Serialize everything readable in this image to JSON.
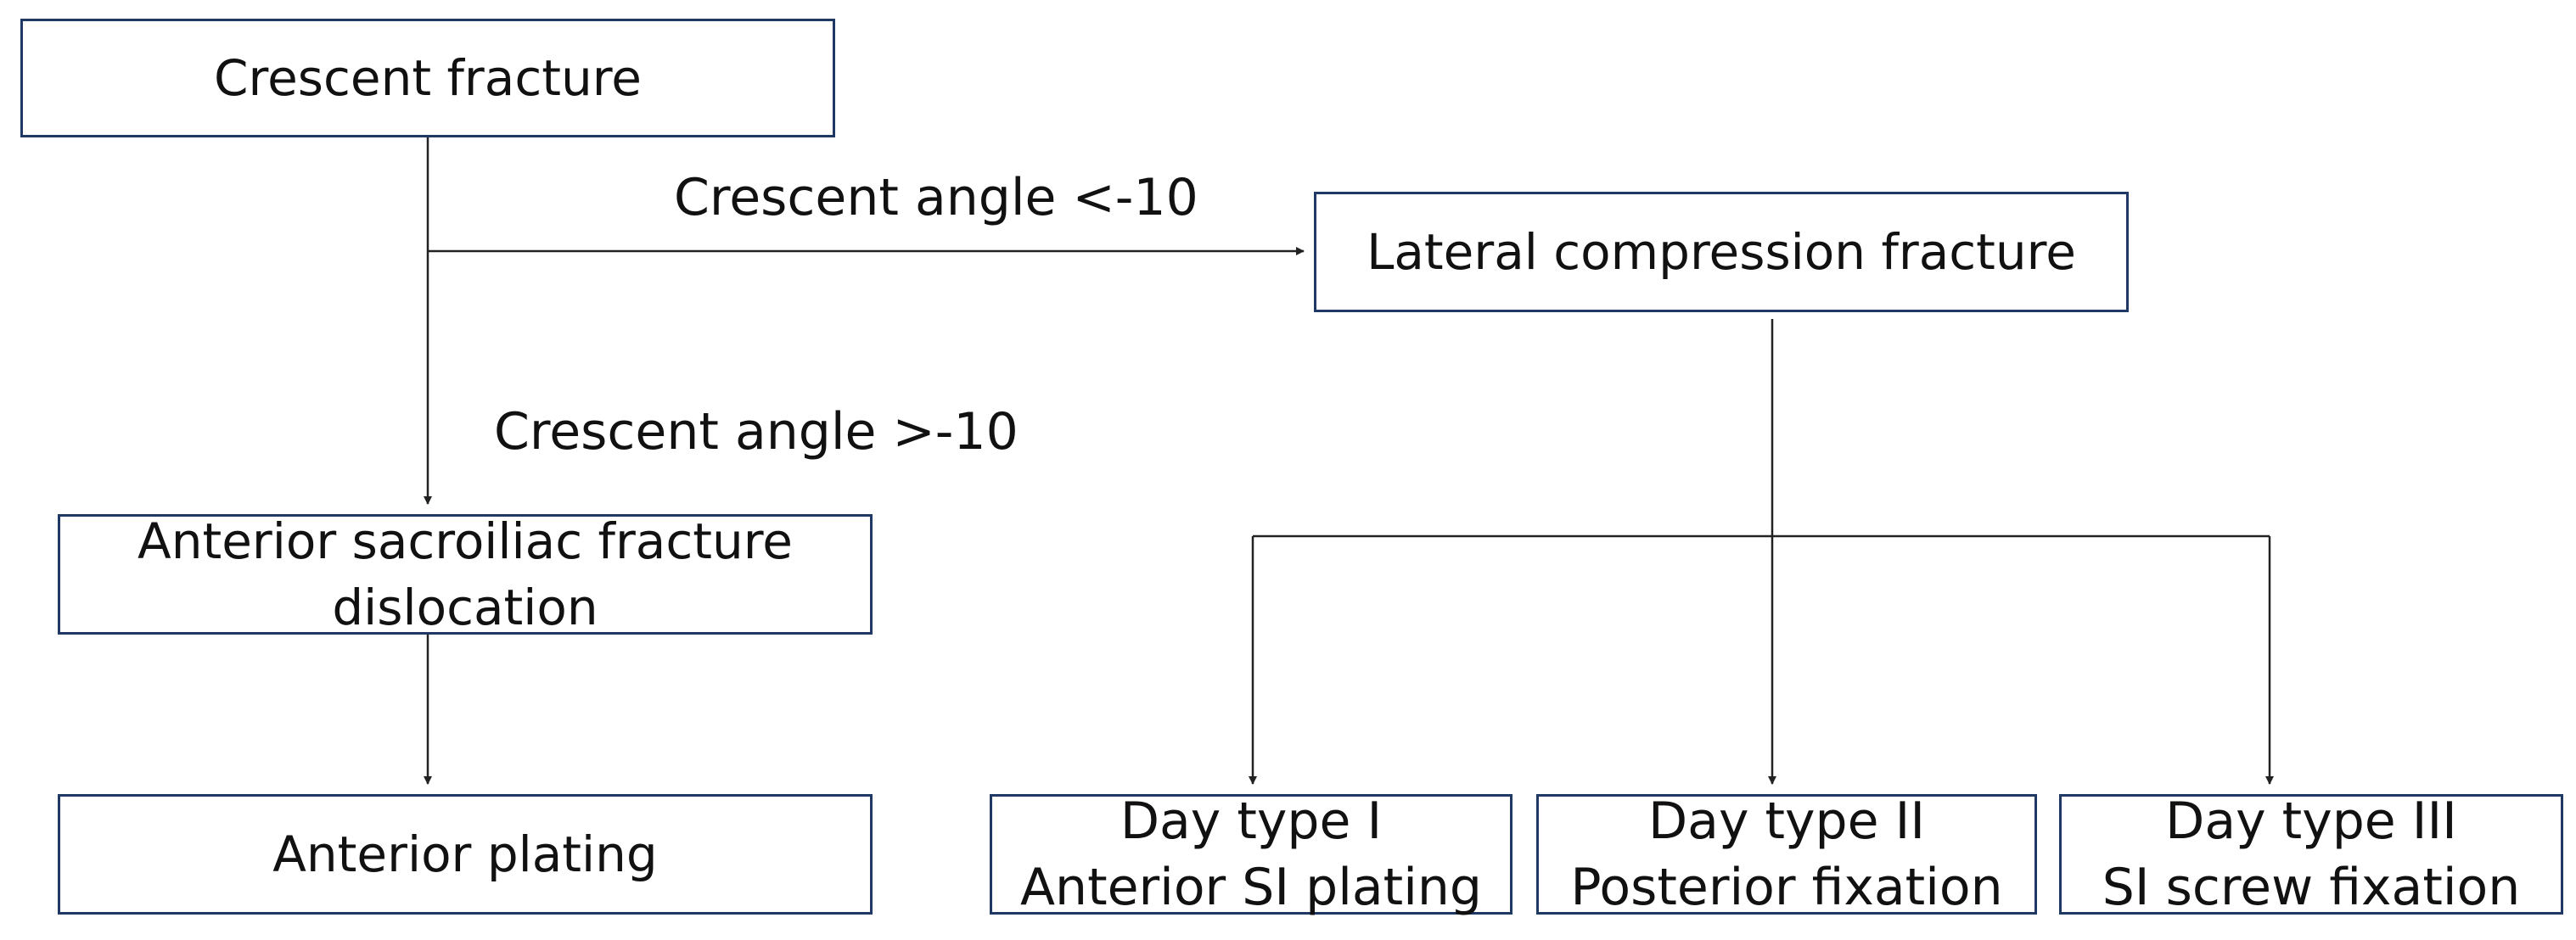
{
  "nodes": {
    "crescent_fracture": "Crescent fracture",
    "lateral_compression": "Lateral compression fracture",
    "anterior_si_line1": "Anterior sacroiliac fracture",
    "anterior_si_line2": "dislocation",
    "anterior_plating": "Anterior plating",
    "day1_line1": "Day type I",
    "day1_line2": "Anterior SI plating",
    "day2_line1": "Day type II",
    "day2_line2": "Posterior fixation",
    "day3_line1": "Day type III",
    "day3_line2": "SI screw fixation"
  },
  "edges": {
    "angle_lt": "Crescent angle <-10",
    "angle_gt": "Crescent angle >-10"
  },
  "colors": {
    "box_border": "#1f3864",
    "connector": "#222222"
  }
}
